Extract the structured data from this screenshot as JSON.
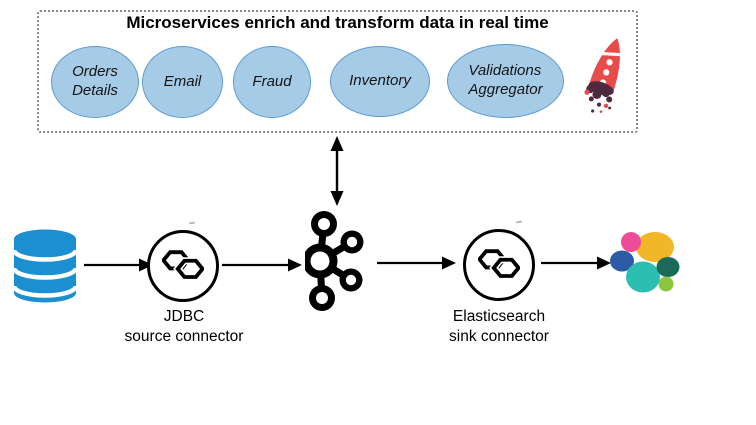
{
  "colors": {
    "ellipse-fill": "#a6cbe7",
    "ellipse-border": "#5b9bd0",
    "db-blue": "#1b8fd0",
    "rocket-red": "#e94a4a",
    "rocket-drip": "#4f2a3f",
    "elastic-yellow": "#f2b729",
    "elastic-pink": "#ee4c98",
    "elastic-blue": "#2e5ba6",
    "elastic-teal": "#2cbfb1",
    "elastic-green-dark": "#1b6a5a",
    "elastic-green-light": "#8cc63f",
    "line-black": "#000000",
    "box-dot": "#888888"
  },
  "microservices": {
    "title": "Microservices enrich and transform data in real time",
    "services": [
      {
        "label": "Orders\nDetails"
      },
      {
        "label": "Email"
      },
      {
        "label": "Fraud"
      },
      {
        "label": "Inventory"
      },
      {
        "label": "Validations\nAggregator"
      }
    ],
    "decoration_icon": "rocket-icon"
  },
  "pipeline": {
    "source_icon": "database-icon",
    "broker_icon": "kafka-logo-icon",
    "destination_icon": "elasticsearch-logo-icon",
    "connector_icon": "kafka-connect-icon",
    "source_connector": {
      "line1": "JDBC",
      "line2": "source connector"
    },
    "sink_connector": {
      "line1": "Elasticsearch",
      "line2": "sink connector"
    }
  }
}
